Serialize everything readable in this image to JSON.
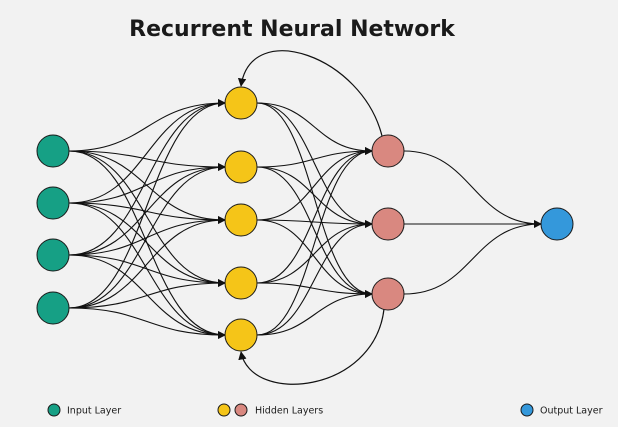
{
  "title": "Recurrent Neural Network",
  "colors": {
    "input": "#16a085",
    "hidden_1": "#f5c518",
    "hidden_2": "#d98880",
    "output": "#3498db",
    "edge": "#111111",
    "background": "#f2f2f2"
  },
  "layers": [
    {
      "role": "input",
      "nodes": 4
    },
    {
      "role": "hidden_1",
      "nodes": 5
    },
    {
      "role": "hidden_2",
      "nodes": 3
    },
    {
      "role": "output",
      "nodes": 1
    }
  ],
  "recurrent_loops": [
    {
      "from_layer": 2,
      "from_node": 0,
      "to_layer": 1,
      "to_node": 0
    },
    {
      "from_layer": 2,
      "from_node": 2,
      "to_layer": 1,
      "to_node": 4
    }
  ],
  "legend": {
    "input_label": "Input Layer",
    "hidden_label": "Hidden Layers",
    "output_label": "Output Layer"
  }
}
